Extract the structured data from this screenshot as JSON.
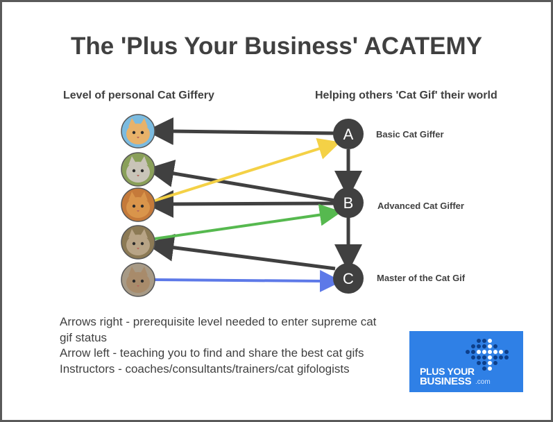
{
  "title": "The 'Plus Your Business' ACATEMY",
  "left_heading": "Level of personal Cat Giffery",
  "right_heading": "Helping others 'Cat Gif' their world",
  "levels": [
    {
      "letter": "A",
      "label": "Basic Cat Giffer"
    },
    {
      "letter": "B",
      "label": "Advanced Cat Giffer"
    },
    {
      "letter": "C",
      "label": "Master of the Cat Gif"
    }
  ],
  "cats": [
    {
      "name": "cat-avatar-1",
      "bg": "#7bbbe0",
      "fur": "#e8b26a"
    },
    {
      "name": "cat-avatar-2",
      "bg": "#8aa05a",
      "fur": "#c9c4b8"
    },
    {
      "name": "cat-avatar-3",
      "bg": "#c57a3a",
      "fur": "#d9954b"
    },
    {
      "name": "cat-avatar-4",
      "bg": "#8c7a55",
      "fur": "#b8a486"
    },
    {
      "name": "cat-avatar-5",
      "bg": "#a79a86",
      "fur": "#a88b6b"
    }
  ],
  "arrow_colors": {
    "dark": "#404040",
    "yellow": "#f4d146",
    "green": "#56b94f",
    "blue": "#5d79e8"
  },
  "legend": [
    "Arrows right - prerequisite level needed to enter supreme cat gif status",
    "Arrow left - teaching you to find and share the best cat gifs",
    "Instructors - coaches/consultants/trainers/cat gifologists"
  ],
  "logo": {
    "line1": "PLUS YOUR",
    "line2": "BUSINESS",
    "suffix": ".com",
    "bg": "#2f80e6"
  }
}
